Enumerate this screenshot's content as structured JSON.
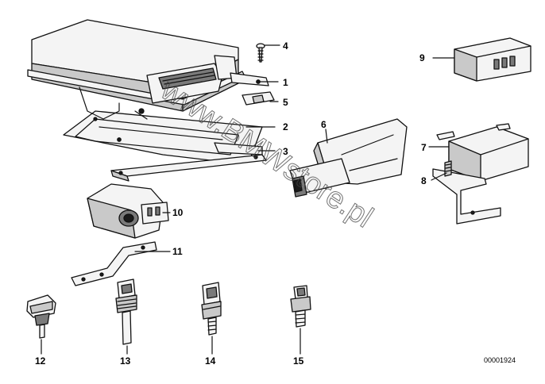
{
  "watermark": "www.BMWstore.pl",
  "diagram_code": "00001924",
  "part_labels": {
    "p1": "1",
    "p2": "2",
    "p3": "3",
    "p4": "4",
    "p5": "5",
    "p6": "6",
    "p7": "7",
    "p8": "8",
    "p9": "9",
    "p10": "10",
    "p11": "11",
    "p12": "12",
    "p13": "13",
    "p14": "14",
    "p15": "15"
  }
}
